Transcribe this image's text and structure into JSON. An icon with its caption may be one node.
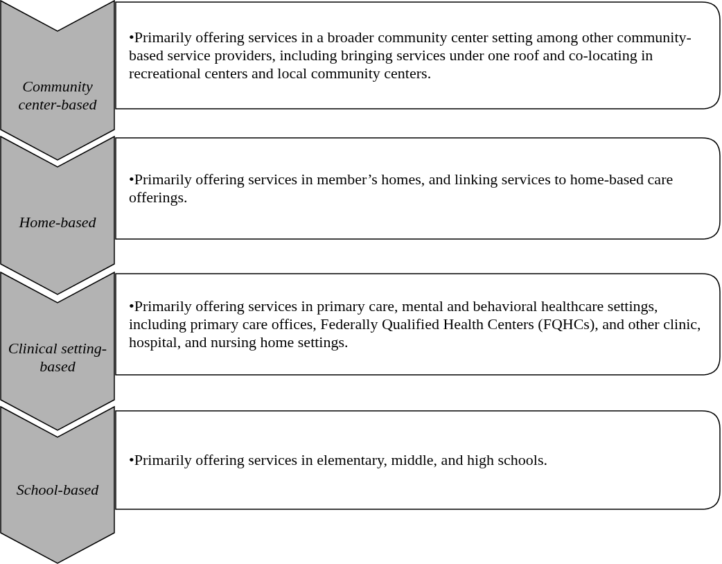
{
  "diagram": {
    "nodes": [
      {
        "text": [
          "Community center-based"
        ]
      },
      {
        "text": [
          "•Primarily offering services in a broader community center setting among other community-based service providers, including bringing services under one roof and co-locating in recreational centers and local community centers."
        ]
      },
      {
        "text": [
          "Home-based"
        ]
      },
      {
        "text": [
          "•Primarily offering services in member’s homes, and linking services to home-based care offerings."
        ]
      },
      {
        "text": [
          "Clinical setting-based"
        ]
      },
      {
        "text": [
          "•Primarily offering services in primary care, mental and behavioral healthcare settings, including primary care offices, Federally Qualified Health Centers (FQHCs), and other clinic, hospital, and nursing home settings."
        ]
      },
      {
        "text": [
          "School-based"
        ]
      },
      {
        "text": [
          "•Primarily offering services in elementary, middle, and high schools."
        ]
      }
    ]
  }
}
